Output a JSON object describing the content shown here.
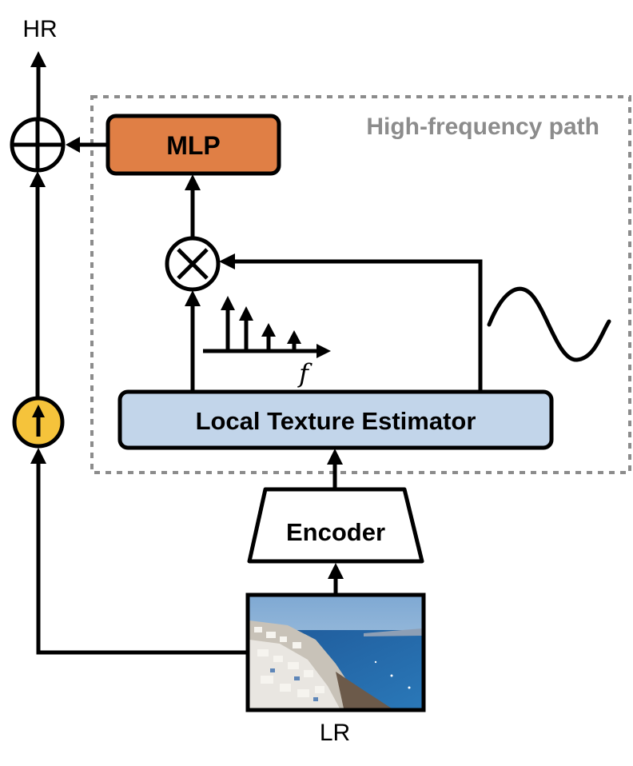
{
  "output_label": "HR",
  "input_label": "LR",
  "high_frequency_label": "High-frequency path",
  "mlp_label": "MLP",
  "texture_estimator_label": "Local Texture Estimator",
  "encoder_label": "Encoder",
  "frequency_axis_label": "f",
  "colors": {
    "mlp_fill": "#E07F45",
    "estimator_fill": "#C2D5EA",
    "upsample_fill": "#F5C33B",
    "dashed_border": "#8C8C8C",
    "high_frequency_text": "#8C8C8C"
  },
  "icons": {
    "add_node": "plus-circle-icon",
    "multiply_node": "times-circle-icon",
    "upsample_node": "up-arrow-circle-icon",
    "spectrum": "frequency-spectrum-icon",
    "sinusoid": "sine-wave-icon",
    "input_image": "coastal-town-photo"
  }
}
